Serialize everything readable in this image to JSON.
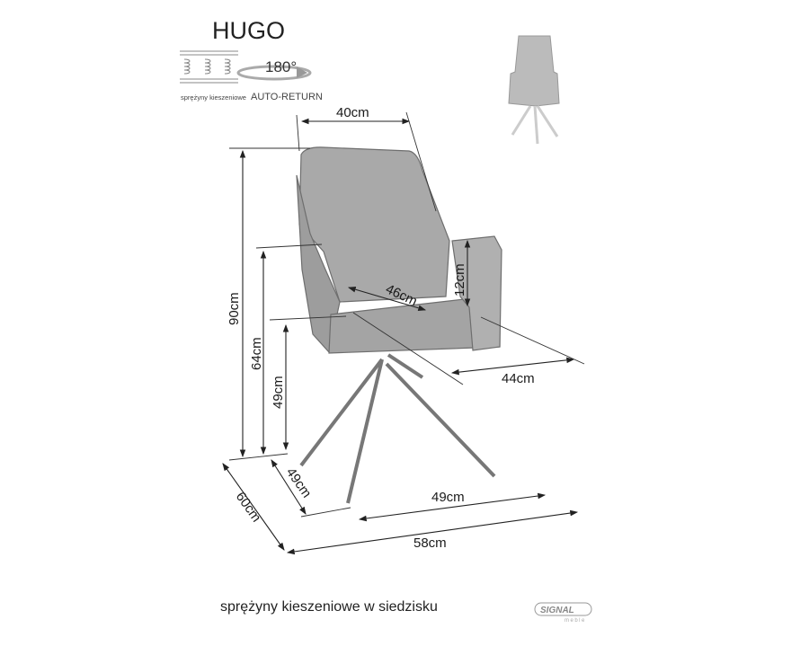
{
  "product": {
    "name": "HUGO"
  },
  "features": {
    "springs_label": "sprężyny kieszeniowe",
    "rotation_value": "180°",
    "rotation_label": "AUTO-RETURN"
  },
  "dimensions": {
    "back_width": "40cm",
    "total_height": "90cm",
    "armrest_height": "64cm",
    "seat_height": "49cm",
    "armrest_above_seat": "12cm",
    "seat_depth": "46cm",
    "seat_width": "44cm",
    "total_depth": "60cm",
    "base_depth": "49cm",
    "base_width": "49cm",
    "total_width": "58cm"
  },
  "caption": "sprężyny kieszeniowe w siedzisku",
  "brand": {
    "name": "SIGNAL",
    "sub": "meble"
  },
  "colors": {
    "fabric": "#a9a9a9",
    "outline": "#6e6e6e",
    "line": "#222222"
  }
}
